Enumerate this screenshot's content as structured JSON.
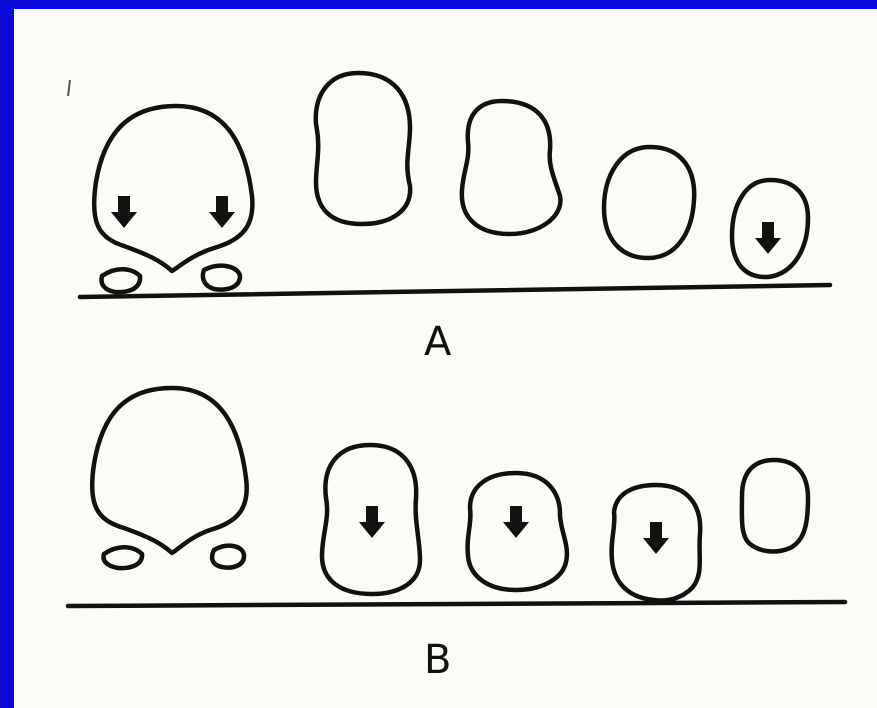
{
  "panels": [
    {
      "label": "A",
      "arrows": {
        "first_cross_section": 2,
        "last_cross_section": 1
      }
    },
    {
      "label": "B",
      "arrows": {
        "middle_cross_sections": 3
      }
    }
  ],
  "colors": {
    "frame": "#0a0ad8",
    "paper": "#fdfbf6",
    "ink": "#111111"
  }
}
